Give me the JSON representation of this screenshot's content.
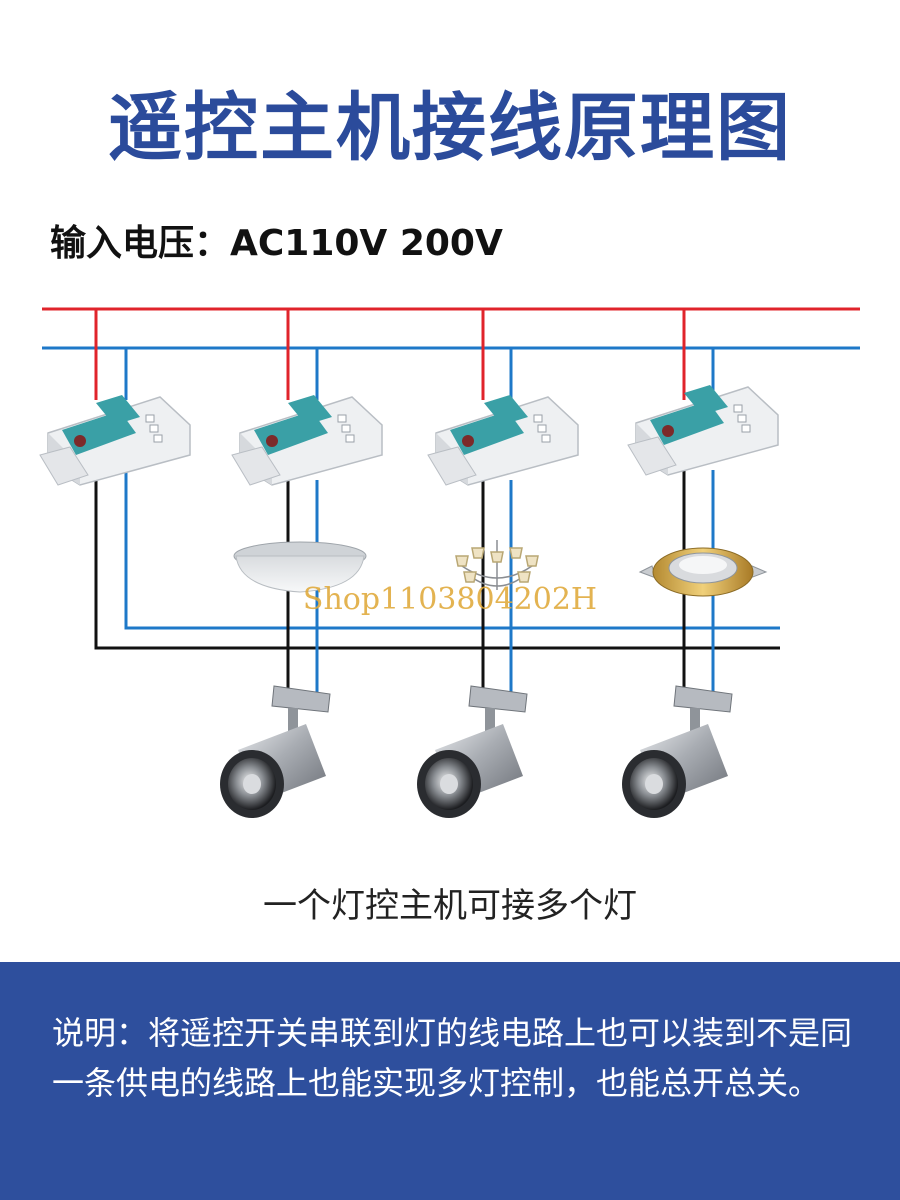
{
  "title": "遥控主机接线原理图",
  "voltage_label": "输入电压：AC110V  200V",
  "watermark": "Shop1103804202H",
  "caption": "一个灯控主机可接多个灯",
  "note": "说明：将遥控开关串联到灯的线电路上也可以装到不是同一条供电的线路上也能实现多灯控制，也能总开总关。",
  "colors": {
    "title": "#2b4b9b",
    "live_wire": "#e0242b",
    "neutral_wire": "#1e78c8",
    "load_wire": "#111111",
    "note_band": "#2e4f9d",
    "module_body": "#eef0f2",
    "module_panel": "#3aa0a6"
  },
  "components": {
    "remote_modules": 4,
    "ceiling_lights": [
      "ceiling-dome-light-icon",
      "chandelier-icon",
      "downlight-icon"
    ],
    "track_spotlights": 3
  }
}
